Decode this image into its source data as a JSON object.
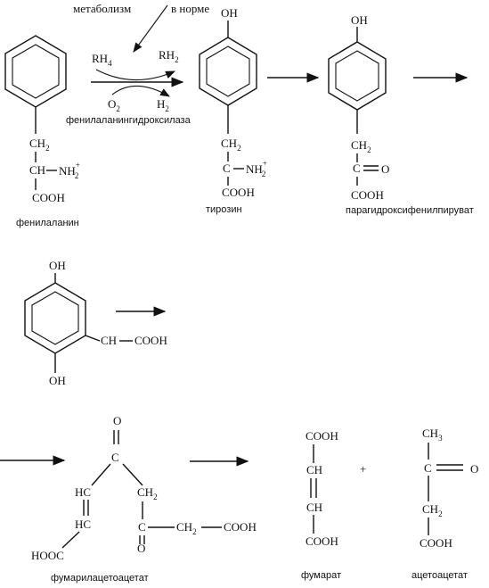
{
  "top_notes": {
    "metabolism": "метаболизм",
    "normal": "в норме"
  },
  "enzyme": {
    "name": "фенилаланингидроксилаза",
    "rh4": "RH",
    "rh4_sub": "4",
    "rh2": "RH",
    "rh2_sub": "2",
    "o2": "O",
    "o2_sub": "2",
    "h2": "H",
    "h2_sub": "2"
  },
  "groups": {
    "oh": "OH",
    "ch2": "CH",
    "ch2_sub": "2",
    "ch": "CH",
    "c": "C",
    "nh2": "NH",
    "nh2_sub": "2",
    "nh2_sup": "+",
    "cooh": "COOH",
    "hooc": "HOOC",
    "o": "O",
    "hc": "HC",
    "ch3": "CH",
    "ch3_sub": "3",
    "plus": "+"
  },
  "compounds": {
    "phenylalanine": "фенилаланин",
    "tyrosine": "тирозин",
    "phpp": "парагидроксифенилпируват",
    "fumarylacetoacetate": "фумарилацетоацетат",
    "fumarate": "фумарат",
    "acetoacetate": "ацетоацетат"
  }
}
